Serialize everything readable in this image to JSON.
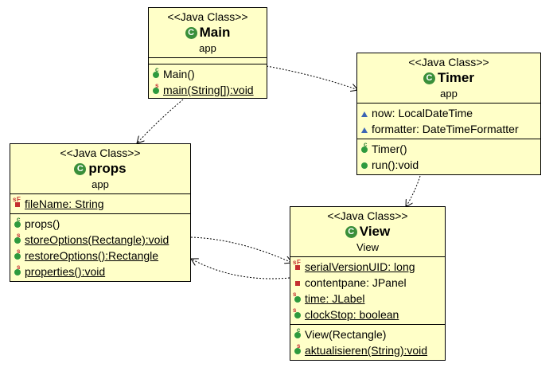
{
  "stereotype": "<<Java Class>>",
  "classes": {
    "main": {
      "name": "Main",
      "package": "app",
      "operations": [
        "Main()",
        "main(String[]):void"
      ]
    },
    "timer": {
      "name": "Timer",
      "package": "app",
      "attributes": [
        "now: LocalDateTime",
        "formatter: DateTimeFormatter"
      ],
      "operations": [
        "Timer()",
        "run():void"
      ]
    },
    "props": {
      "name": "props",
      "package": "app",
      "attributes": [
        "fileName: String"
      ],
      "operations": [
        "props()",
        "storeOptions(Rectangle):void",
        "restoreOptions():Rectangle",
        "properties():void"
      ]
    },
    "view": {
      "name": "View",
      "package": "View",
      "attributes": [
        "serialVersionUID: long",
        "contentpane: JPanel",
        "time: JLabel",
        "clockStop: boolean"
      ],
      "operations": [
        "View(Rectangle)",
        "aktualisieren(String):void"
      ]
    }
  },
  "icons": {
    "class": "class-c-icon",
    "method_public": "green-circle-icon",
    "field_private": "red-square-icon",
    "field_package": "blue-triangle-icon",
    "static_mark": "S",
    "final_mark": "F",
    "class_color": "#3a8f3a",
    "bg": "#ffffc8"
  }
}
